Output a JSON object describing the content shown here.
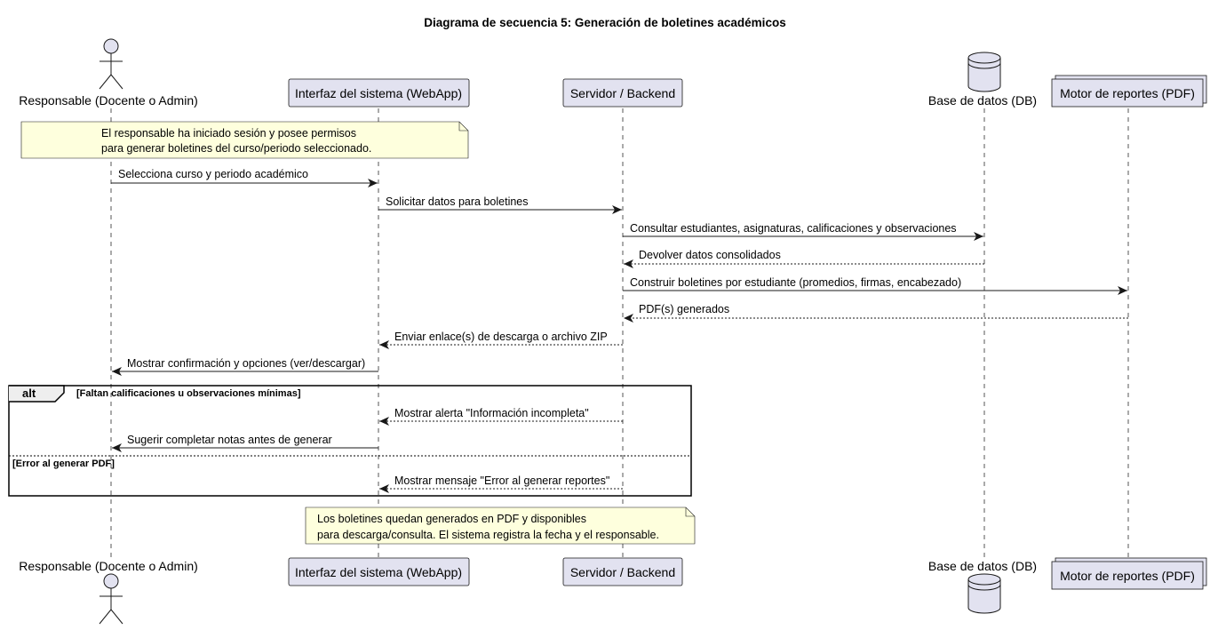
{
  "diagram": {
    "title": "Diagrama de secuencia 5: Generación de boletines académicos",
    "participants": [
      {
        "id": "resp",
        "label": "Responsable (Docente o Admin)",
        "shape": "actor-icon"
      },
      {
        "id": "ui",
        "label": "Interfaz del sistema (WebApp)",
        "shape": "participant-box"
      },
      {
        "id": "srv",
        "label": "Servidor / Backend",
        "shape": "participant-box"
      },
      {
        "id": "db",
        "label": "Base de datos (DB)",
        "shape": "database-icon"
      },
      {
        "id": "pdf",
        "label": "Motor de reportes (PDF)",
        "shape": "collections-box"
      }
    ],
    "notes": {
      "top": [
        "El responsable ha iniciado sesión y posee permisos",
        "para generar boletines del curso/periodo seleccionado."
      ],
      "bottom": [
        "Los boletines quedan generados en PDF y disponibles",
        "para descarga/consulta. El sistema registra la fecha y el responsable."
      ]
    },
    "messages": [
      {
        "from": "resp",
        "to": "ui",
        "style": "solid",
        "text": "Selecciona curso y periodo académico"
      },
      {
        "from": "ui",
        "to": "srv",
        "style": "solid",
        "text": "Solicitar datos para boletines"
      },
      {
        "from": "srv",
        "to": "db",
        "style": "solid",
        "text": "Consultar estudiantes, asignaturas, calificaciones y observaciones"
      },
      {
        "from": "db",
        "to": "srv",
        "style": "dashed",
        "text": "Devolver datos consolidados"
      },
      {
        "from": "srv",
        "to": "pdf",
        "style": "solid",
        "text": "Construir boletines por estudiante (promedios, firmas, encabezado)"
      },
      {
        "from": "pdf",
        "to": "srv",
        "style": "dashed",
        "text": "PDF(s) generados"
      },
      {
        "from": "srv",
        "to": "ui",
        "style": "dashed",
        "text": "Enviar enlace(s) de descarga o archivo ZIP"
      },
      {
        "from": "ui",
        "to": "resp",
        "style": "solid",
        "text": "Mostrar confirmación y opciones (ver/descargar)"
      }
    ],
    "alt": {
      "label": "alt",
      "guard1": "[Faltan calificaciones u observaciones mínimas]",
      "guard2": "[Error al generar PDF]",
      "messages": [
        {
          "from": "srv",
          "to": "ui",
          "style": "dashed",
          "text": "Mostrar alerta \"Información incompleta\""
        },
        {
          "from": "ui",
          "to": "resp",
          "style": "solid",
          "text": "Sugerir completar notas antes de generar"
        },
        {
          "from": "srv",
          "to": "ui",
          "style": "dashed",
          "text": "Mostrar mensaje \"Error al generar reportes\""
        }
      ]
    },
    "colors": {
      "participant_fill": "#E2E2F0",
      "note_fill": "#FEFFDD",
      "border": "#181818"
    }
  }
}
